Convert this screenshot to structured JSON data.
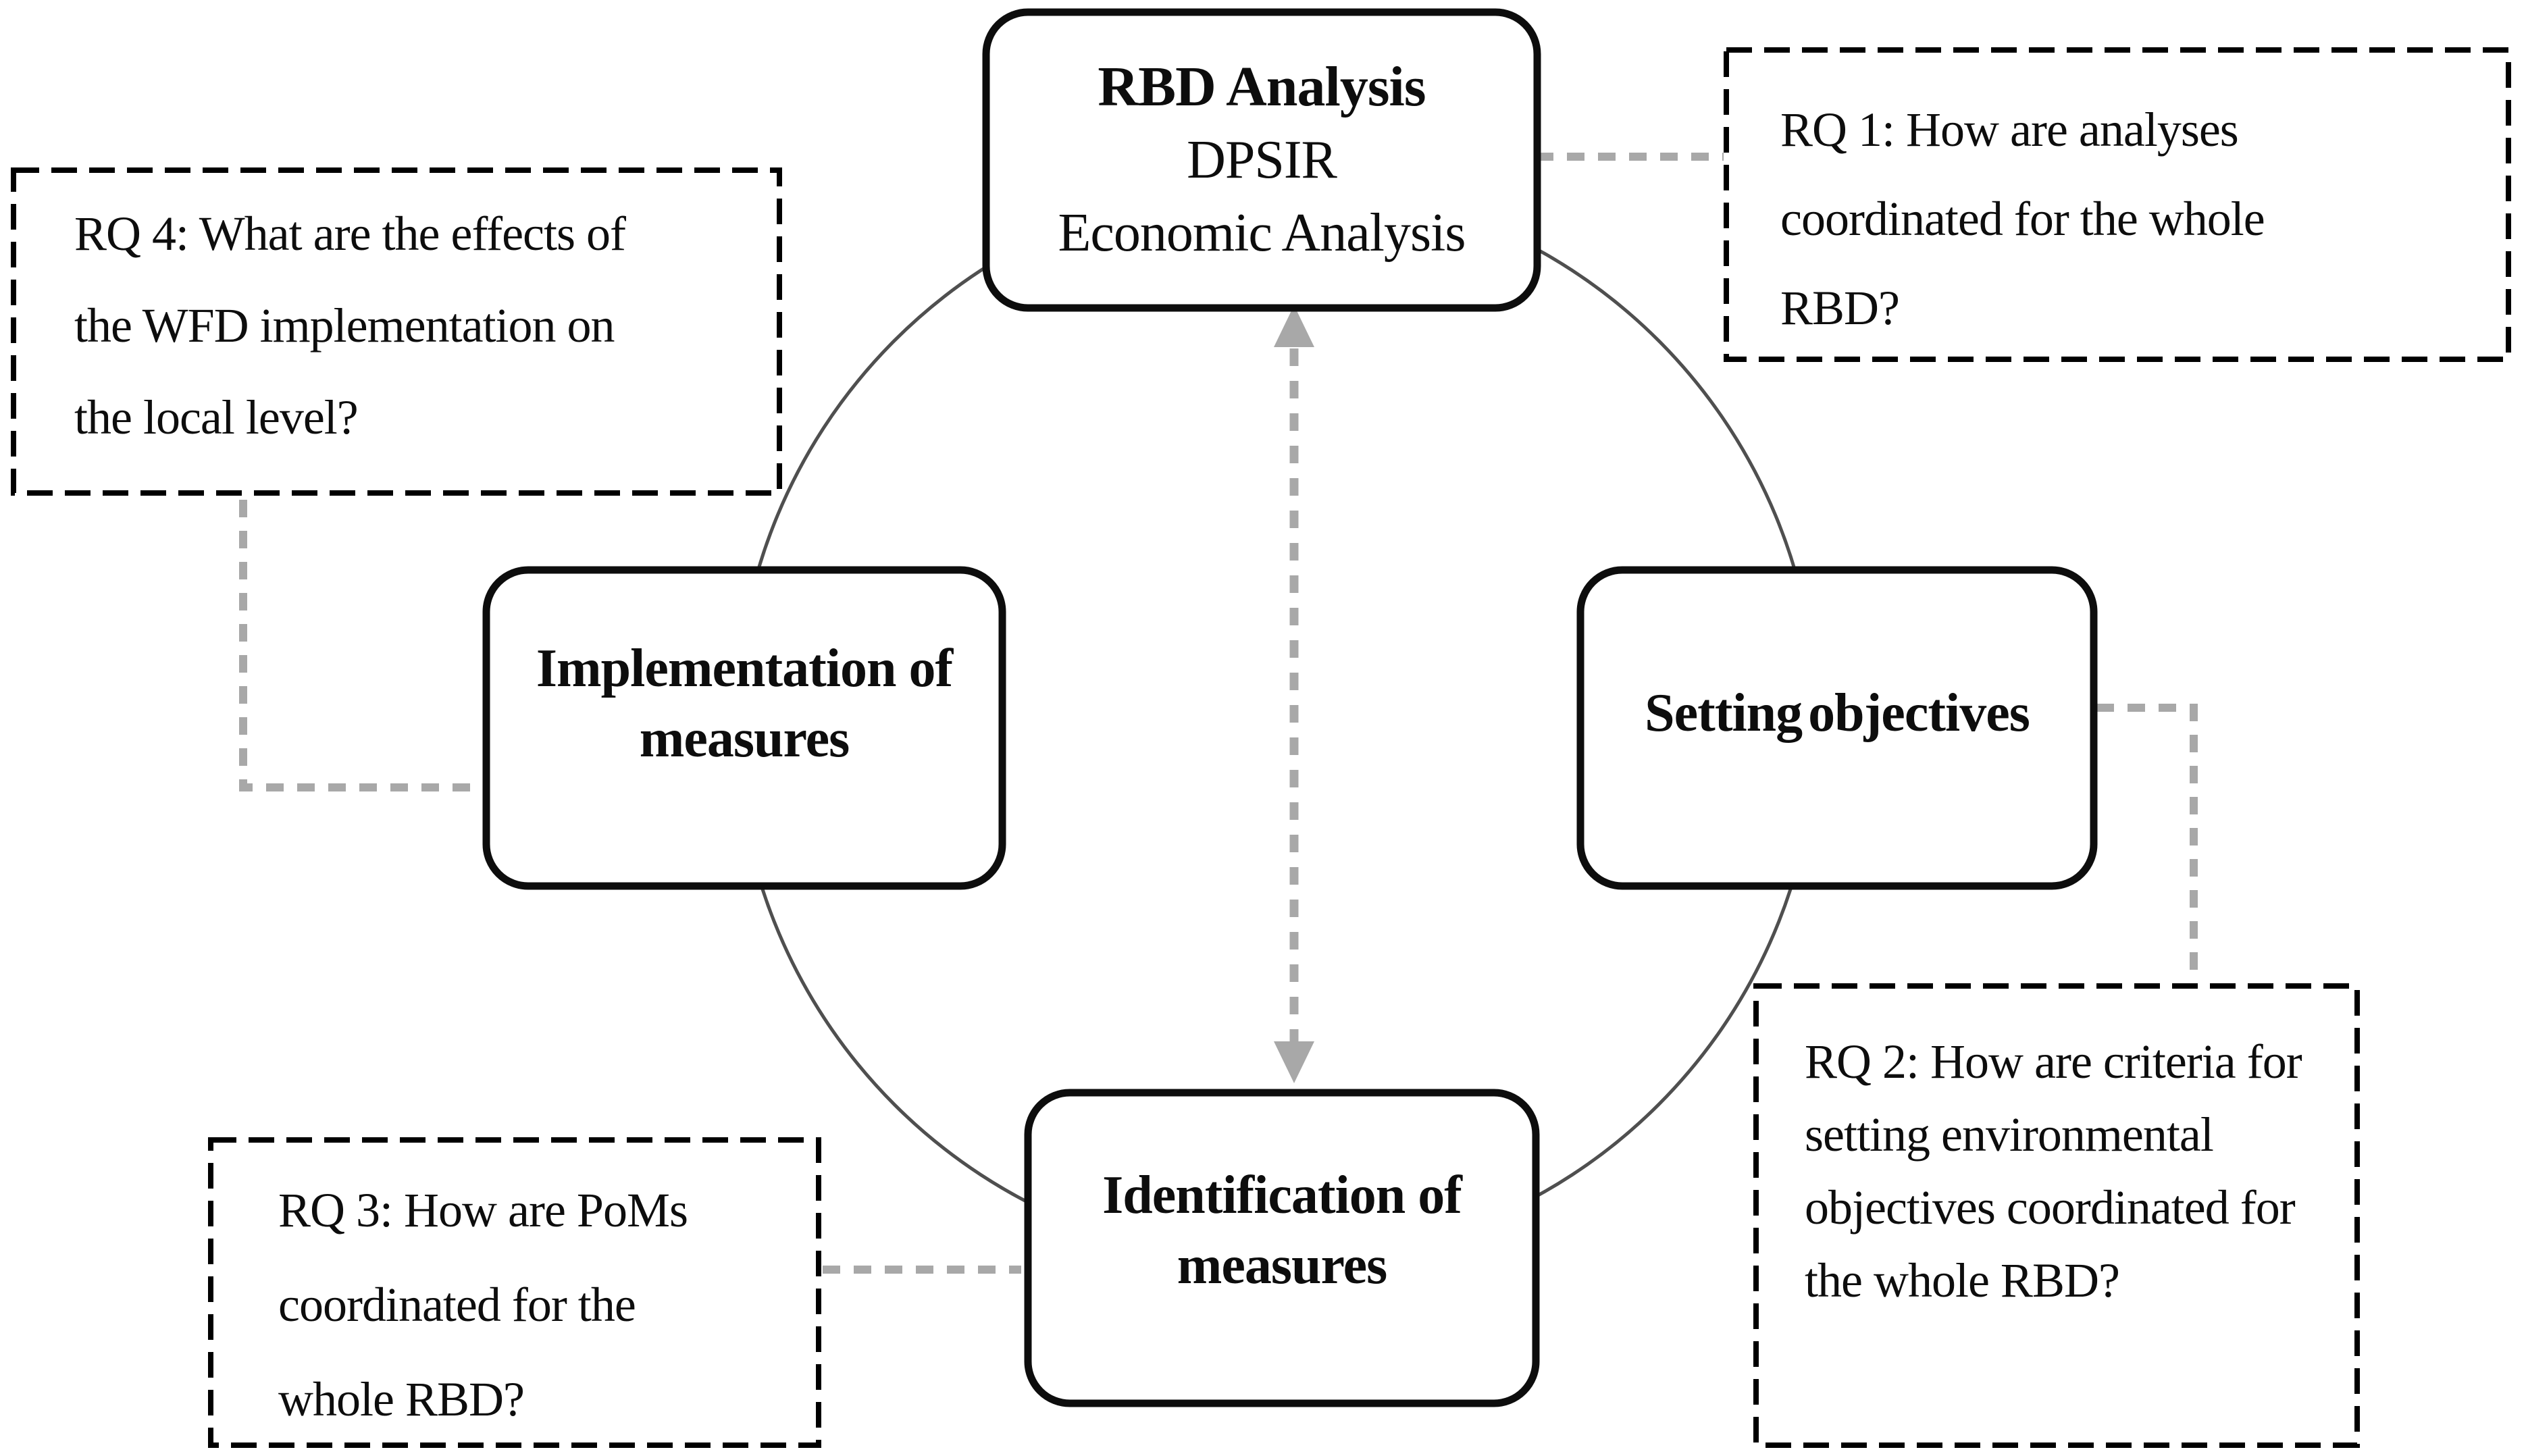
{
  "figure": {
    "description": "WFD planning cycle diagram with four research questions",
    "colors": {
      "background": "#ffffff",
      "box_border": "#000000",
      "dashed_box_border": "#000000",
      "text": "#0d0d0d",
      "cycle_circle": "#4f4f4f",
      "connector_gray": "#a8a8a8",
      "arrow_gray": "#a8a8a8"
    },
    "cycle": {
      "rbd_analysis": {
        "line1": "RBD Analysis",
        "line2": "DPSIR",
        "line3": "Economic Analysis"
      },
      "setting_objectives": {
        "line1": "Setting objectives"
      },
      "identification_of_measures": {
        "line1": "Identification of",
        "line2": "measures"
      },
      "implementation_of_measures": {
        "line1": "Implementation of",
        "line2": "measures"
      }
    },
    "research_questions": {
      "rq1": {
        "question": "RQ 1: How are analyses coordinated for the whole RBD?",
        "line1": "RQ 1: How are analyses",
        "line2": "coordinated for the whole",
        "line3": "RBD?"
      },
      "rq2": {
        "question": "RQ 2: How are criteria for setting environmental objectives coordinated for the whole RBD?",
        "line1": "RQ 2: How are criteria for",
        "line2": "setting environmental",
        "line3": "objectives coordinated for",
        "line4": "the whole RBD?"
      },
      "rq3": {
        "question": "RQ 3: How are PoMs coordinated for the whole RBD?",
        "line1": "RQ 3: How are PoMs",
        "line2": "coordinated for the",
        "line3": "whole RBD?"
      },
      "rq4": {
        "question": "RQ 4: What are the effects of the WFD implementation on the local level?",
        "line1": "RQ 4: What are the effects of",
        "line2": "the WFD implementation on",
        "line3": "the local level?"
      }
    }
  }
}
